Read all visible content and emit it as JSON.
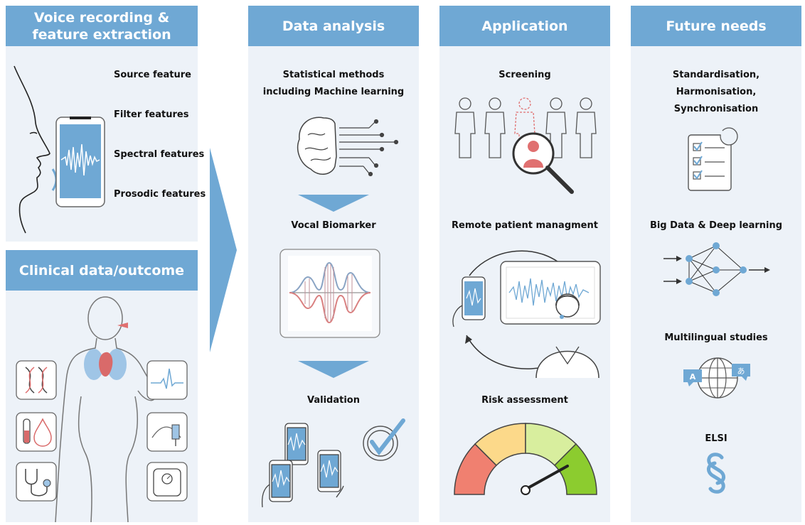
{
  "colors": {
    "header_bg": "#6fa8d4",
    "panel_bg": "#edf2f8",
    "accent_red": "#e07070",
    "accent_blue": "#6fa8d4"
  },
  "voice_panel": {
    "title_line1": "Voice recording &",
    "title_line2": "feature extraction",
    "features": [
      "Source feature",
      "Filter features",
      "Spectral features",
      "Prosodic features"
    ]
  },
  "clinical_panel": {
    "title": "Clinical data/outcome",
    "icons": [
      "dna-icon",
      "ecg-icon",
      "blood-sample-icon",
      "ultrasound-icon",
      "stethoscope-icon",
      "scale-icon"
    ]
  },
  "analysis_panel": {
    "title": "Data analysis",
    "step1_line1": "Statistical methods",
    "step1_line2": "including Machine learning",
    "step2": "Vocal Biomarker",
    "step3": "Validation"
  },
  "application_panel": {
    "title": "Application",
    "item1": "Screening",
    "item2": "Remote patient managment",
    "item3": "Risk assessment"
  },
  "future_panel": {
    "title": "Future needs",
    "item1_line1": "Standardisation,",
    "item1_line2": "Harmonisation,",
    "item1_line3": "Synchronisation",
    "item2": "Big Data & Deep learning",
    "item3": "Multilingual studies",
    "item4": "ELSI",
    "lang_letter_a": "A",
    "lang_letter_b": "あ"
  }
}
